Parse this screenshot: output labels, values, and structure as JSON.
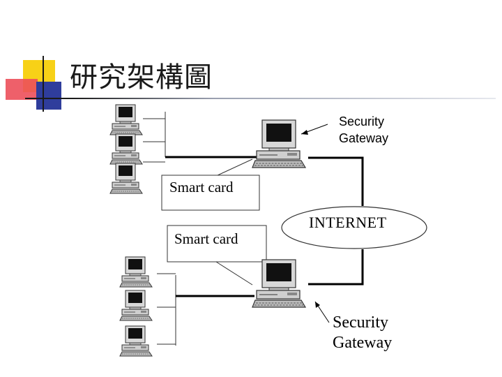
{
  "title": "研究架構圖",
  "diagram": {
    "security_gateway_top": [
      "Security",
      "Gateway"
    ],
    "security_gateway_bottom": [
      "Security",
      "Gateway"
    ],
    "smart_card_top": "Smart card",
    "smart_card_bottom": "Smart card",
    "internet": "INTERNET"
  }
}
